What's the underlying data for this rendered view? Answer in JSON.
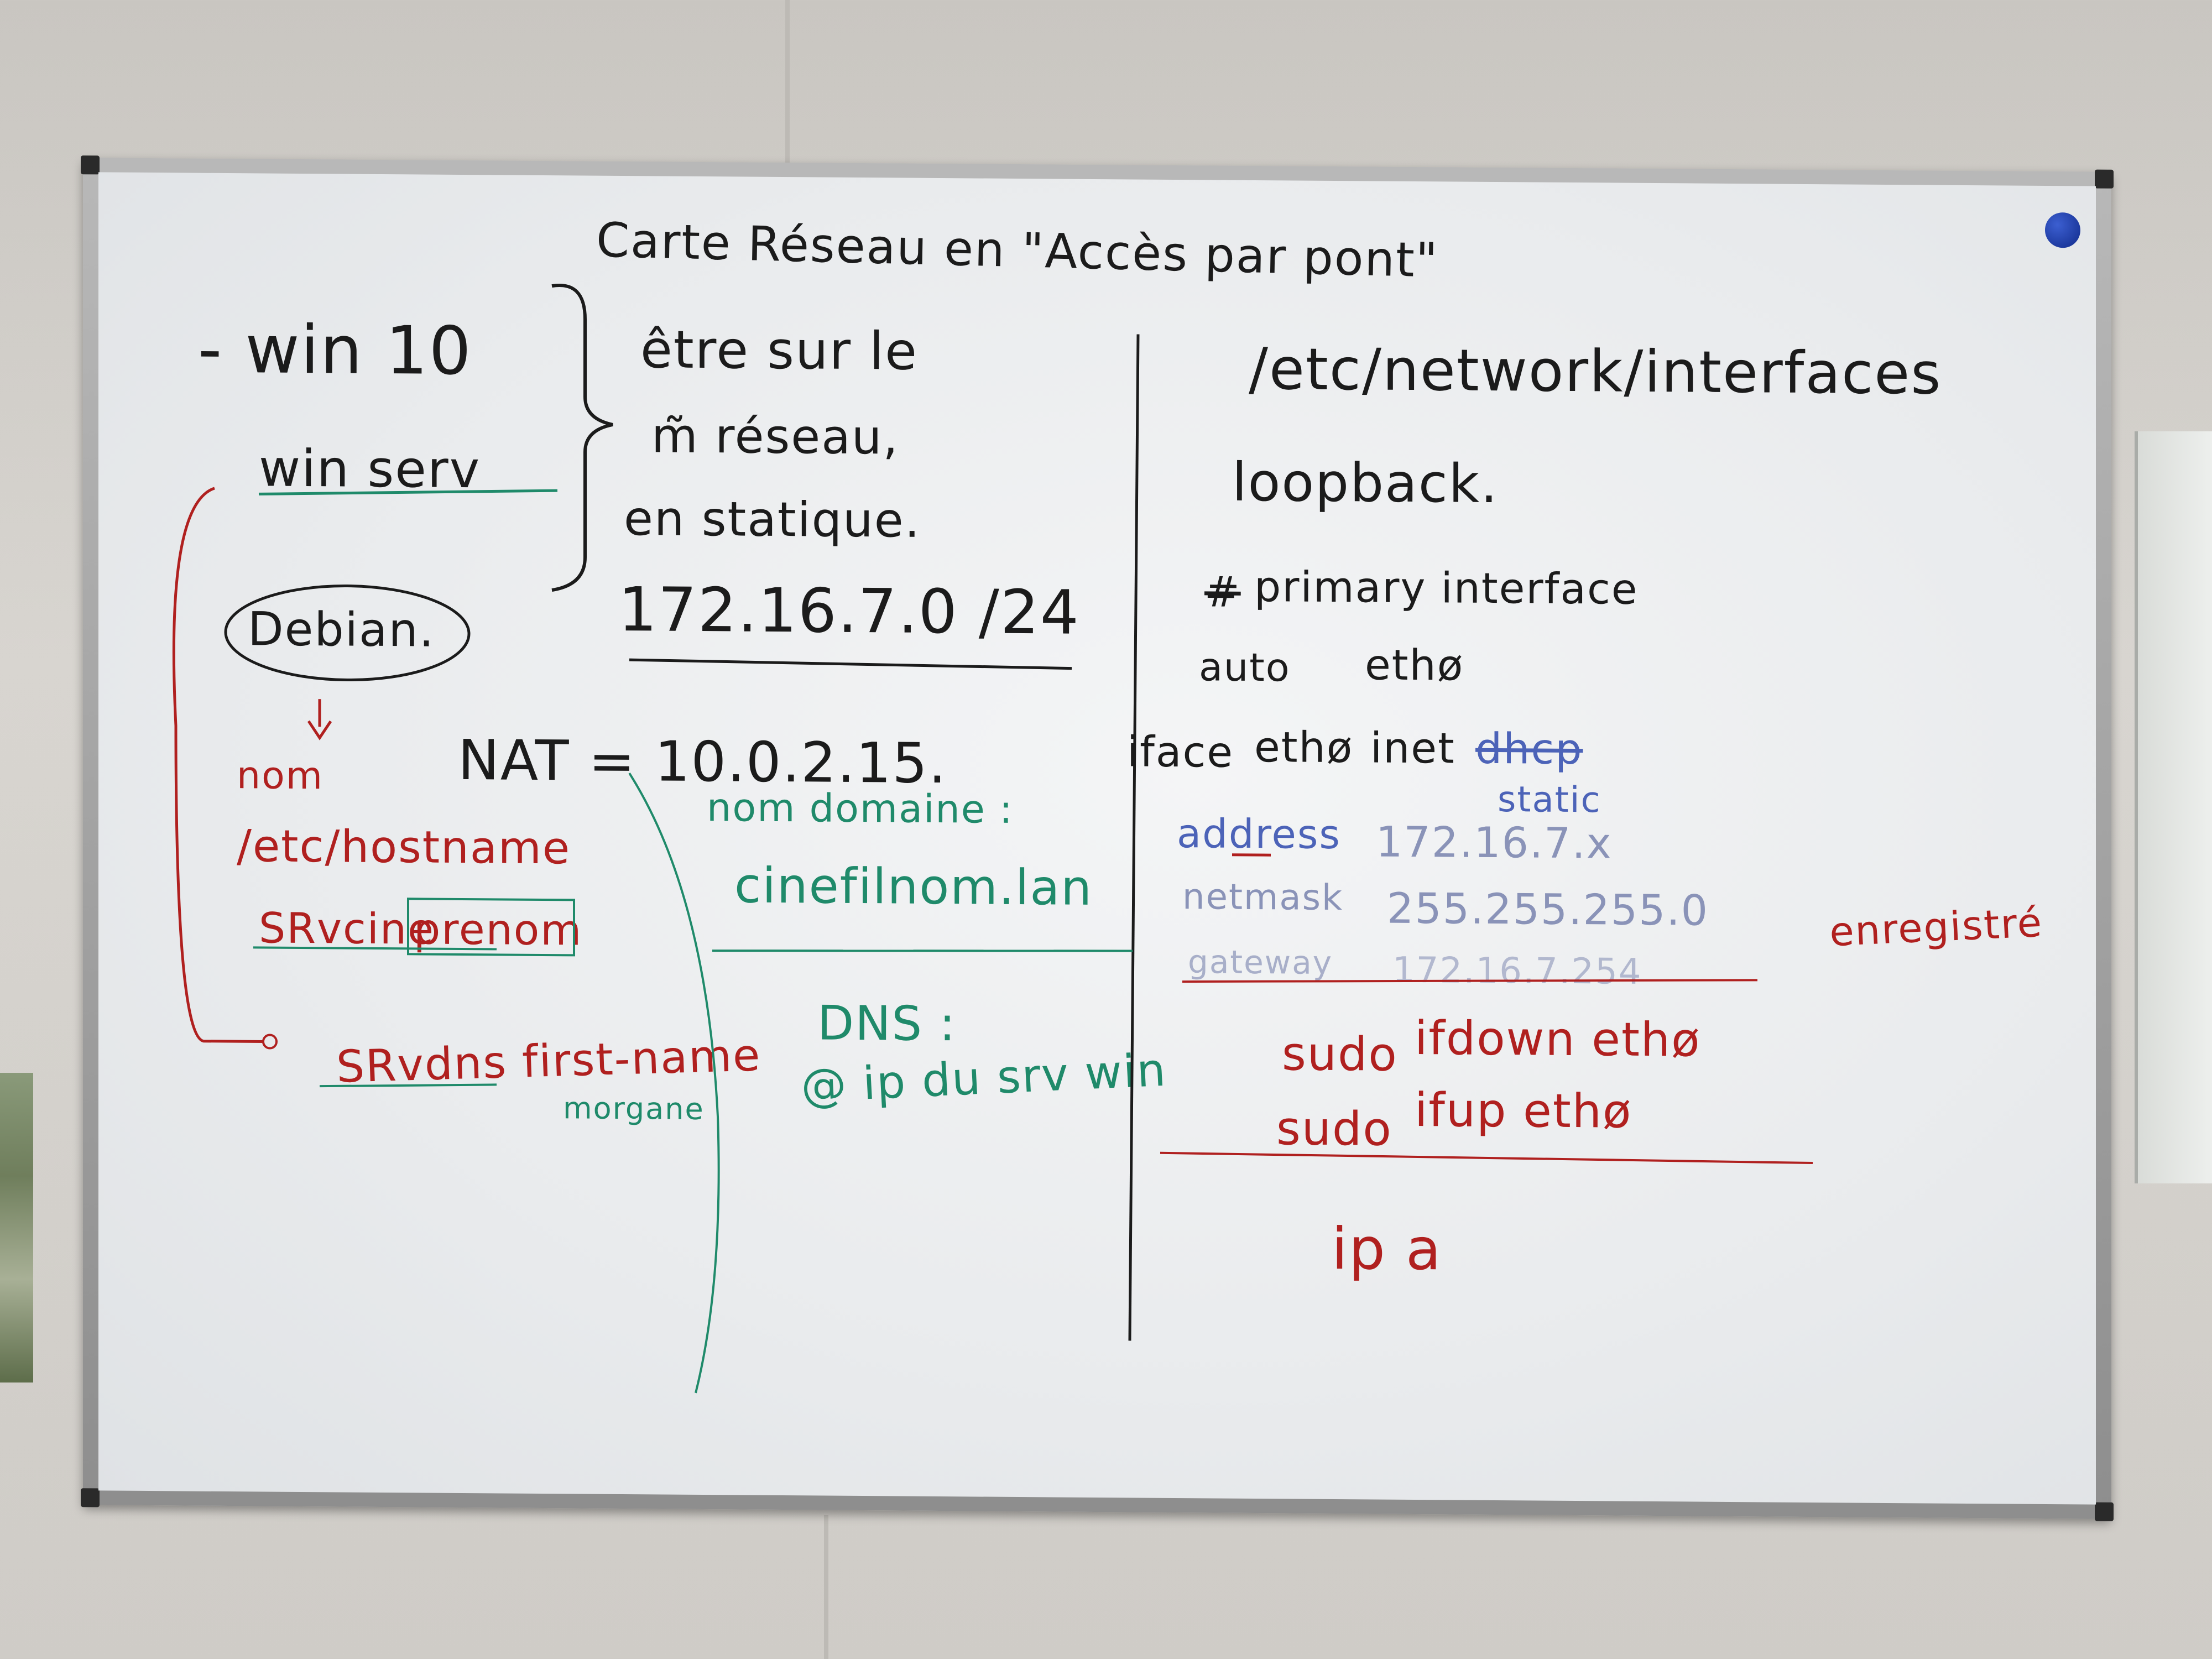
{
  "board": {
    "title": "Carte Réseau en \"Accès par pont\"",
    "left_column": {
      "win10": "- win 10",
      "win_serv": "win serv",
      "debian": "Debian.",
      "nom": "nom",
      "hostname_path": "/etc/hostname",
      "srvcine": "SRvcine",
      "prenom": "prenom",
      "srvdns": "SRvdns first-name",
      "morgane": "morgane"
    },
    "middle_column": {
      "line1": "être sur le",
      "line2": "m̃ réseau,",
      "line3": "en statique.",
      "subnet": "172.16.7.0 /24",
      "nat": "NAT = 10.0.2.15.",
      "nom_domaine": "nom domaine :",
      "domain": "cinefilnom.lan",
      "dns": "DNS :",
      "dns_ip": "@ ip du srv win"
    },
    "right_column": {
      "path": "/etc/network/interfaces",
      "loopback": "loopback.",
      "primary": "primary interface",
      "primary_hash": "#",
      "auto": "auto",
      "auto_iface": "ethø",
      "iface": "iface",
      "iface_name": "ethø",
      "inet": "inet",
      "dhcp": "dhcp",
      "static": "static",
      "address_label": "address",
      "address_value": "172.16.7.x",
      "netmask_label": "netmask",
      "netmask_value": "255.255.255.0",
      "gateway_label": "gateway",
      "gateway_value": "172.16.7.254",
      "enregistre": "enregistré",
      "cmd1_sudo": "sudo",
      "cmd1_rest": "ifdown  ethø",
      "cmd2_sudo": "sudo",
      "cmd2_rest": "ifup   ethø",
      "ipa": "ip  a"
    }
  },
  "colors": {
    "black_marker": "#1b1b1b",
    "red_marker": "#b0201f",
    "green_marker": "#1f8a6a",
    "blue_marker": "#4c63b8",
    "magnet": "#1e3fae"
  }
}
